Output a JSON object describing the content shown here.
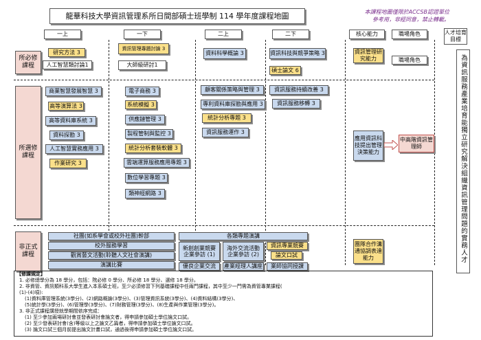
{
  "title": "龍華科技大學資訊管理系所日間部碩士班學制 114 學年度課程地圖",
  "note_top": [
    "本課程地圖僅限於ACCSB認證單位",
    "參考用，非經同意，禁止轉載。"
  ],
  "header": {
    "s1": "一上",
    "s2": "一下",
    "s3": "二上",
    "s4": "二下",
    "core": "核心能力",
    "career": "職場角色",
    "goal": "人才培育目標"
  },
  "required": {
    "label": "所必修課程",
    "courses": [
      "研究方法 3",
      "人工智慧類討論1",
      "資訊管理專題討論 3",
      "大師級研討1",
      "資料科學概論 3",
      "資訊科技與競爭策略 3",
      "碩士論文 6"
    ],
    "core": "資訊管理研究能力",
    "career": "職場角色"
  },
  "elective": {
    "label": "所選修課程",
    "courses": [
      "商業智慧發展智慧 3",
      "高等演算法 3",
      "高等資料庫系統 3",
      "資料探勘 3",
      "人工智慧實務應用 3",
      "作業研究 3",
      "電子商務 3",
      "系統模擬 3",
      "供應鏈管理 3",
      "製程管制與監控 3",
      "統計分析套裝軟體 3",
      "雲端運算服務應用專題 3",
      "數位學習專題 3",
      "類神經網路 3",
      "顧客關係策略與管理 3",
      "專利資料庫探勘與應用 3",
      "統計分析專題 3",
      "資訊服務運作 3",
      "資訊服務持續改善 3",
      "資訊服務移轉 3"
    ],
    "core": "應用資訊科技提出管理決策能力",
    "career": "中高階資訊管理師"
  },
  "informal": {
    "label": "非正式課程",
    "items": [
      "社團(如系學會或校外社團)幹部",
      "各類專題演講",
      "校外服務學習",
      "觀賞藝文活動(聆聽人文社會演講)",
      "演講比賽",
      "新創創業競賽 企業參訪 (1)",
      "海外交流活動 企業參訪 (2)",
      "資訊專業競賽",
      "論文口試",
      "優良企業交流",
      "產業經理人講座",
      "業師協同授課"
    ],
    "core": "團隊合作溝通協調表達能力"
  },
  "goal_text": "為資訊服務產業培育能獨立研究解決組織資訊管理問題的實務人才",
  "notes": [
    "【修課規定】",
    "1. 必修總學分為 18 學分，包括：院必修 0 學分、所必修 18 學分、選修 18 學分。",
    "2. 非資管、資訊類科系大學生進入本系碩士班，至少必須修習下列基礎課程中任兩門課程，其中至少一門需為資管專業課程(",
    "(1)-(4)項):",
    "(1)資料庫管理系統(3學分)、(2)網路概論(3學分)、(3)管理資訊系統(3學分)、(4)資料結構(3學分)、",
    "(5)統計學(3學分)、(6)管理學(3學分)、(7)財務管理(3學分)、(8)生產與作業管理(3學分)。",
    "3. 非正式課程講授就學期間依序完成：",
    "(1) 至少參加兩場研討會並發表研討會論文者，得申請參加碩士學位論文口試。",
    "(2) 至少發表研討會(含)等級以上之論文乙篇者，得申請參加碩士學位論文口試。",
    "(3) 論文口試三個月前提出論文計畫口試，通過後得申請參加碩士學位論文口試。"
  ],
  "colors": {
    "blue": "#c9d9ee",
    "yellow": "#fbe08a",
    "pink": "#f4d8d2",
    "red_arrow": "#c0504d",
    "note": "#7a2e8c"
  }
}
